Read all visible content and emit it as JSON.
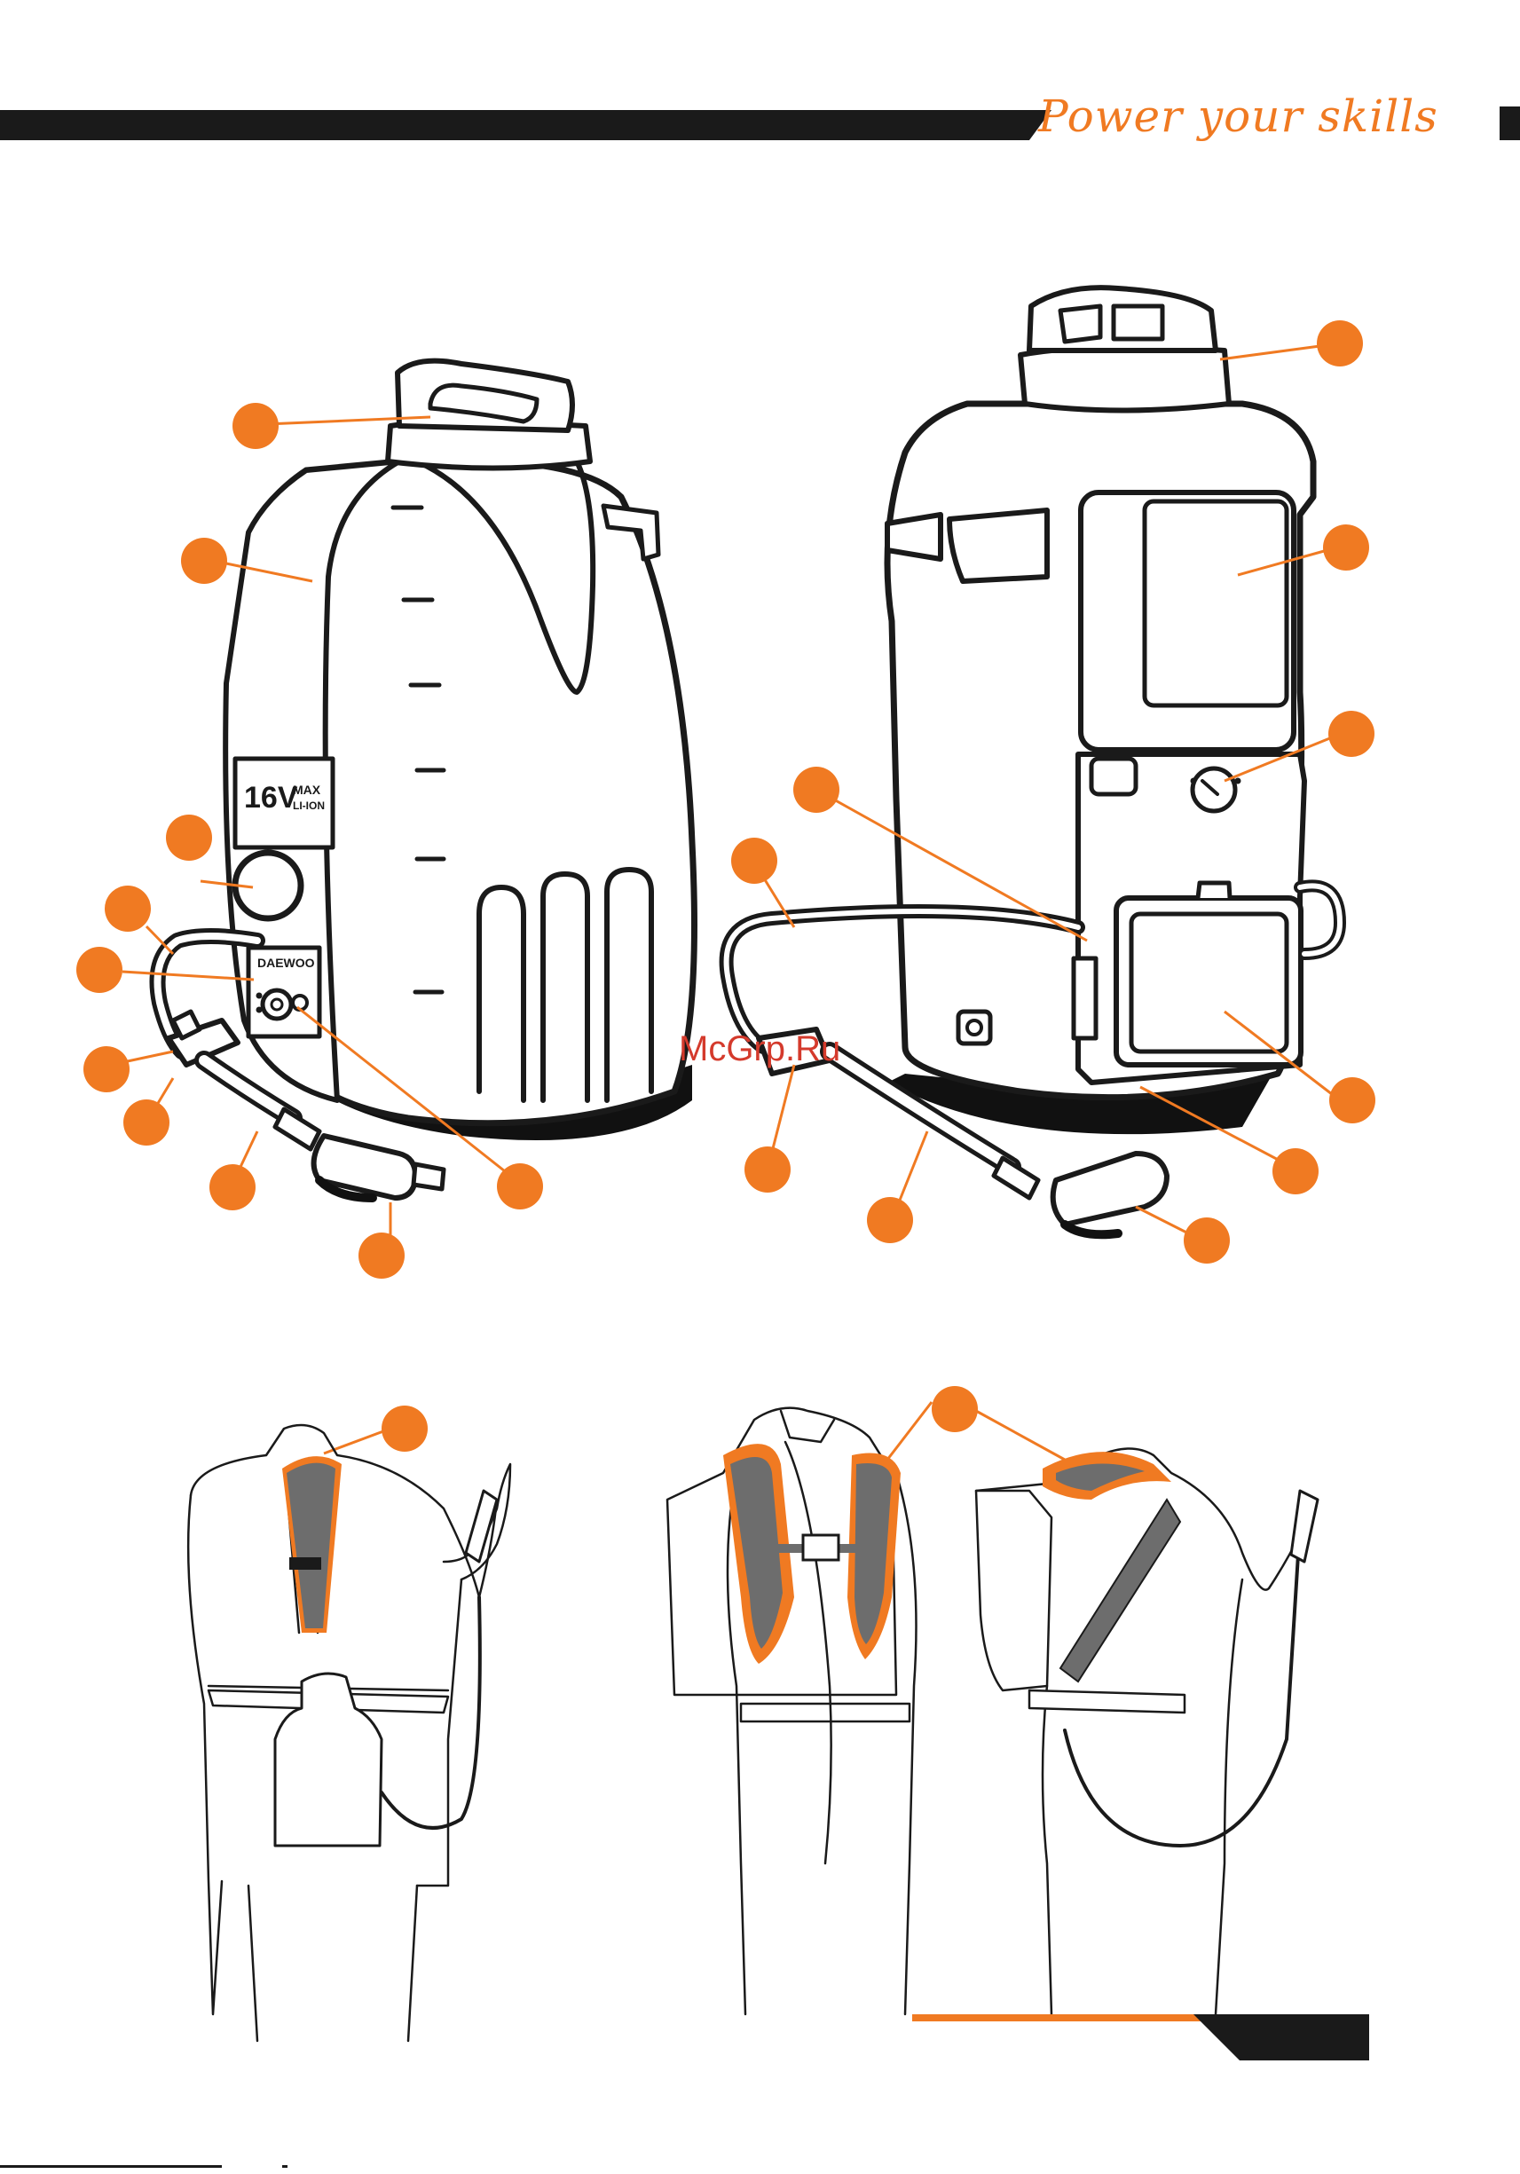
{
  "header": {
    "slogan": "Power your skills"
  },
  "sprayer_left": {
    "voltage_label": "16V",
    "voltage_suffix_top": "MAX",
    "voltage_suffix_bottom": "LI-ION",
    "brand": "DAEWOO"
  },
  "watermark": "McGrp.Ru",
  "colors": {
    "accent": "#f07a22",
    "ink": "#1a1a1a",
    "shadow": "#111111",
    "strap": "#6d6d6d",
    "page": "#ffffff"
  }
}
